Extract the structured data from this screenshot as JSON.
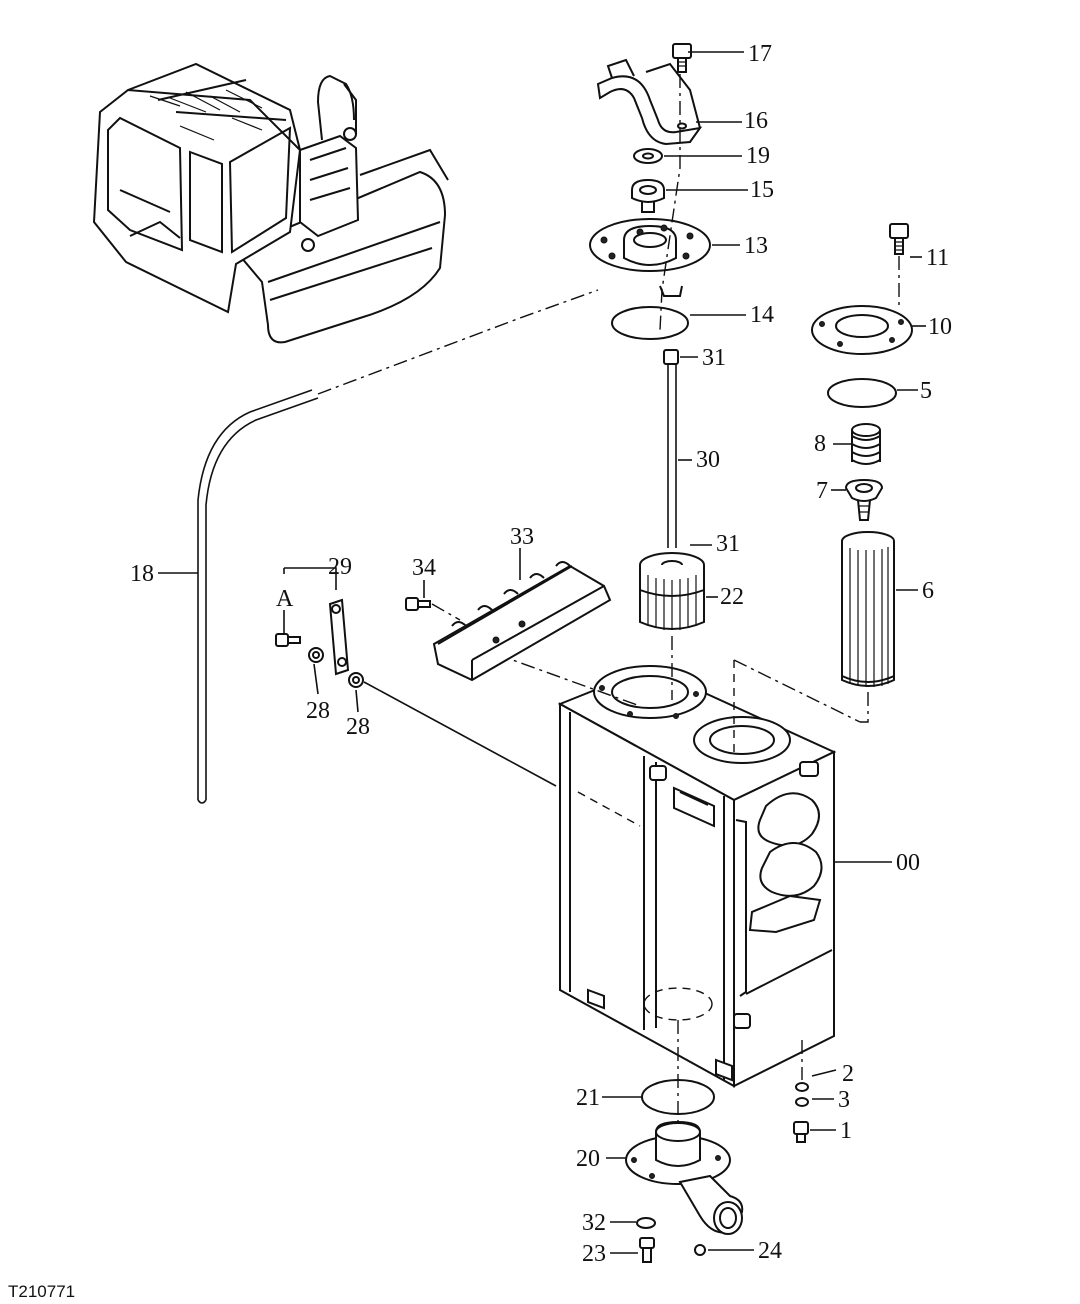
{
  "figure_code": "T210771",
  "view_label": "A",
  "callouts": {
    "c17": "17",
    "c16": "16",
    "c19": "19",
    "c15": "15",
    "c13": "13",
    "c14": "14",
    "c11": "11",
    "c10": "10",
    "c5": "5",
    "c31a": "31",
    "c30": "30",
    "c8": "8",
    "c7": "7",
    "c31b": "31",
    "c22": "22",
    "c6": "6",
    "c33": "33",
    "c34": "34",
    "c29": "29",
    "c18": "18",
    "c28a": "28",
    "c28b": "28",
    "c00": "00",
    "c2": "2",
    "c3": "3",
    "c1": "1",
    "c21": "21",
    "c20": "20",
    "c32": "32",
    "c23": "23",
    "c24": "24"
  }
}
